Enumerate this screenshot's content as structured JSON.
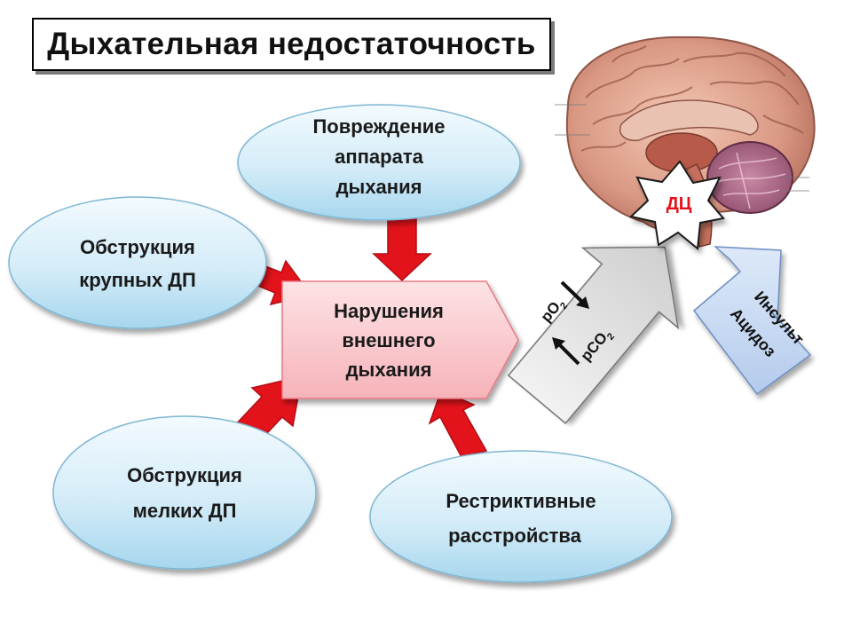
{
  "title": "Дыхательная недостаточность",
  "center": {
    "line1": "Нарушения",
    "line2": "внешнего",
    "line3": "дыхания"
  },
  "causes": {
    "damage": {
      "line1": "Повреждение",
      "line2": "аппарата",
      "line3": "дыхания"
    },
    "large_obstruction": {
      "line1": "Обструкция",
      "line2": "крупных ДП"
    },
    "small_obstruction": {
      "line1": "Обструкция",
      "line2": "мелких ДП"
    },
    "restrictive": {
      "line1": "Рестриктивные",
      "line2": "расстройства"
    }
  },
  "signal": {
    "po2": "pO",
    "po2_sub": "2",
    "pco2": "pCO",
    "pco2_sub": "2"
  },
  "dc_label": "ДЦ",
  "brain_factors": {
    "line1": "Инсульт",
    "line2": "Ацидоз"
  },
  "colors": {
    "ellipse_fill_top": "#eef8fd",
    "ellipse_fill_bottom": "#a9d9f0",
    "ellipse_stroke": "#7fb7d3",
    "center_fill": "#f8c8cc",
    "center_stroke": "#e87a83",
    "red_arrow": "#e3131b",
    "gray_arrow": "#d9d9d9",
    "blue_arrow": "#c7d8f2",
    "dc_text": "#e3131b"
  }
}
